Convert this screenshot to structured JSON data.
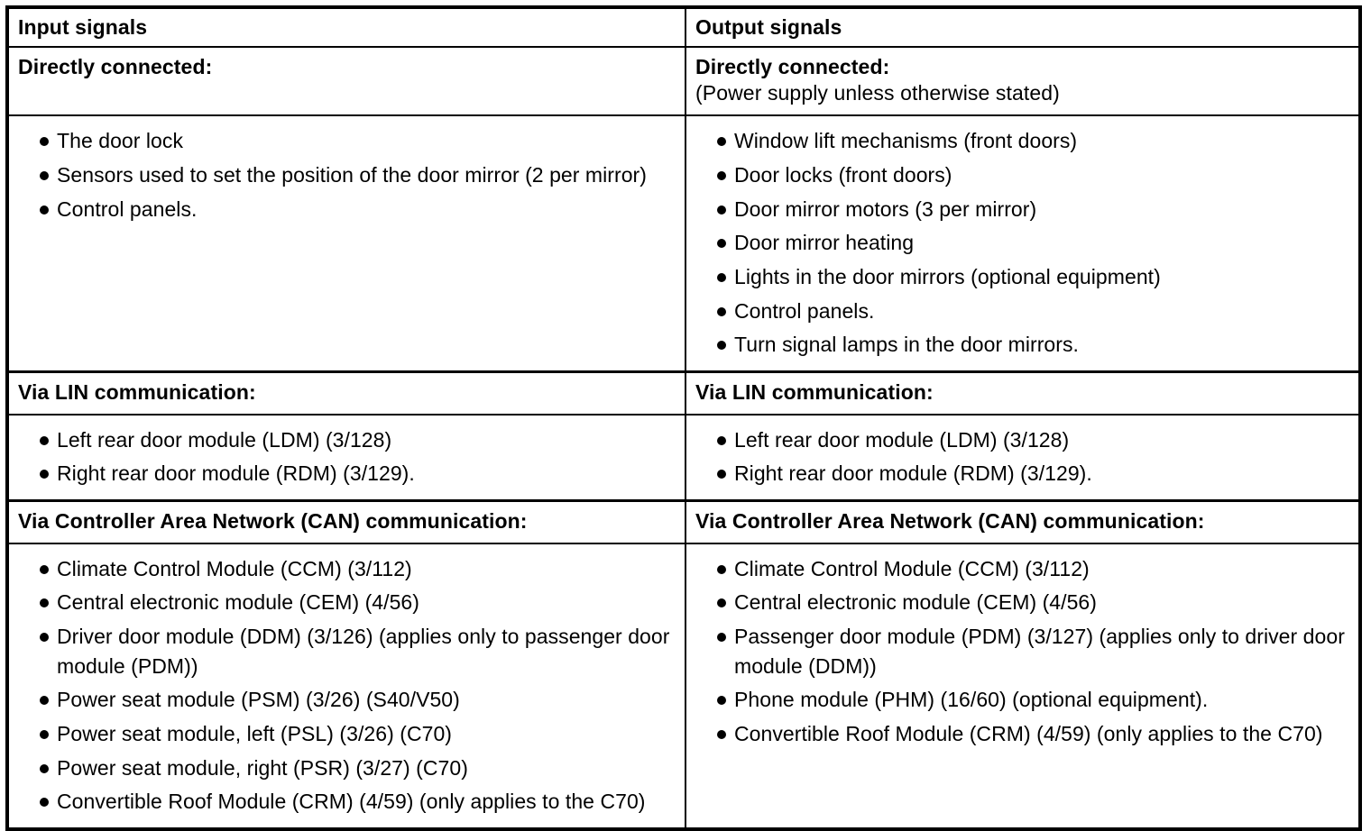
{
  "table": {
    "columns": [
      {
        "id": "input",
        "header": "Input signals"
      },
      {
        "id": "output",
        "header": "Output signals"
      }
    ],
    "sections": [
      {
        "id": "directly-connected",
        "left": {
          "heading": "Directly connected:",
          "note": "",
          "items": [
            "The door lock",
            "Sensors used to set the position of the door mirror (2 per mirror)",
            "Control panels."
          ]
        },
        "right": {
          "heading": "Directly connected:",
          "note": "(Power supply unless otherwise stated)",
          "items": [
            "Window lift mechanisms (front doors)",
            "Door locks (front doors)",
            "Door mirror motors (3 per mirror)",
            "Door mirror heating",
            "Lights in the door mirrors (optional equipment)",
            "Control panels.",
            "Turn signal lamps in the door mirrors."
          ]
        }
      },
      {
        "id": "lin-communication",
        "left": {
          "heading": "Via LIN communication:",
          "note": "",
          "items": [
            "Left rear door module (LDM) (3/128)",
            "Right rear door module (RDM) (3/129)."
          ]
        },
        "right": {
          "heading": "Via LIN communication:",
          "note": "",
          "items": [
            "Left rear door module (LDM) (3/128)",
            "Right rear door module (RDM) (3/129)."
          ]
        }
      },
      {
        "id": "can-communication",
        "left": {
          "heading": "Via Controller Area Network (CAN) communication:",
          "note": "",
          "items": [
            "Climate Control Module (CCM) (3/112)",
            "Central electronic module (CEM) (4/56)",
            "Driver door module (DDM) (3/126) (applies only to passenger door module (PDM))",
            "Power seat module (PSM) (3/26) (S40/V50)",
            "Power seat module, left (PSL) (3/26) (C70)",
            "Power seat module, right (PSR) (3/27) (C70)",
            "Convertible Roof Module (CRM) (4/59) (only applies to the C70)"
          ]
        },
        "right": {
          "heading": "Via Controller Area Network (CAN) communication:",
          "note": "",
          "items": [
            "Climate Control Module (CCM) (3/112)",
            "Central electronic module (CEM) (4/56)",
            "Passenger door module (PDM) (3/127) (applies only to driver door module (DDM))",
            "Phone module (PHM) (16/60) (optional equipment).",
            "Convertible Roof Module (CRM) (4/59) (only applies to the C70)"
          ]
        }
      }
    ]
  },
  "style": {
    "border_color": "#000000",
    "text_color": "#000000",
    "background": "#ffffff",
    "bullet_glyph": "filled-circle"
  }
}
